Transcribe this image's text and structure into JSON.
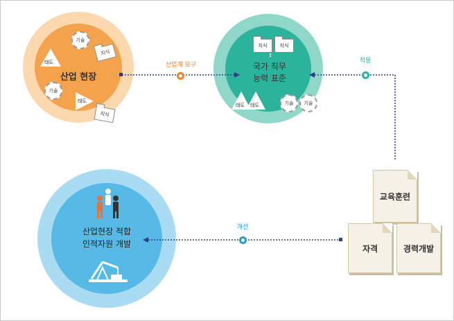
{
  "colors": {
    "orange": "#f4a24c",
    "teal": "#2bb39b",
    "blue": "#57b9e6",
    "connector": "#2c3e8c"
  },
  "circles": {
    "industry": {
      "title": "산업 현장",
      "items": {
        "tech1": "기술",
        "know1": "지식",
        "attitude1": "태도",
        "tech2": "기술",
        "attitude2": "태도",
        "know2": "지식"
      }
    },
    "ncs": {
      "title_line1": "국가 직무",
      "title_line2": "능력 표준",
      "items": {
        "know1": "지식",
        "know2": "지식",
        "attitude1": "태도",
        "attitude2": "태도",
        "tech1": "기술",
        "tech2": "기술"
      }
    },
    "hrd": {
      "title_line1": "산업현장 적합",
      "title_line2": "인적자원 개발"
    }
  },
  "connectors": {
    "industry_demand": "산업계 요구",
    "apply": "적용",
    "improve": "개선"
  },
  "documents": {
    "training": "교육훈련",
    "qualification": "자격",
    "career": "경력개발"
  }
}
